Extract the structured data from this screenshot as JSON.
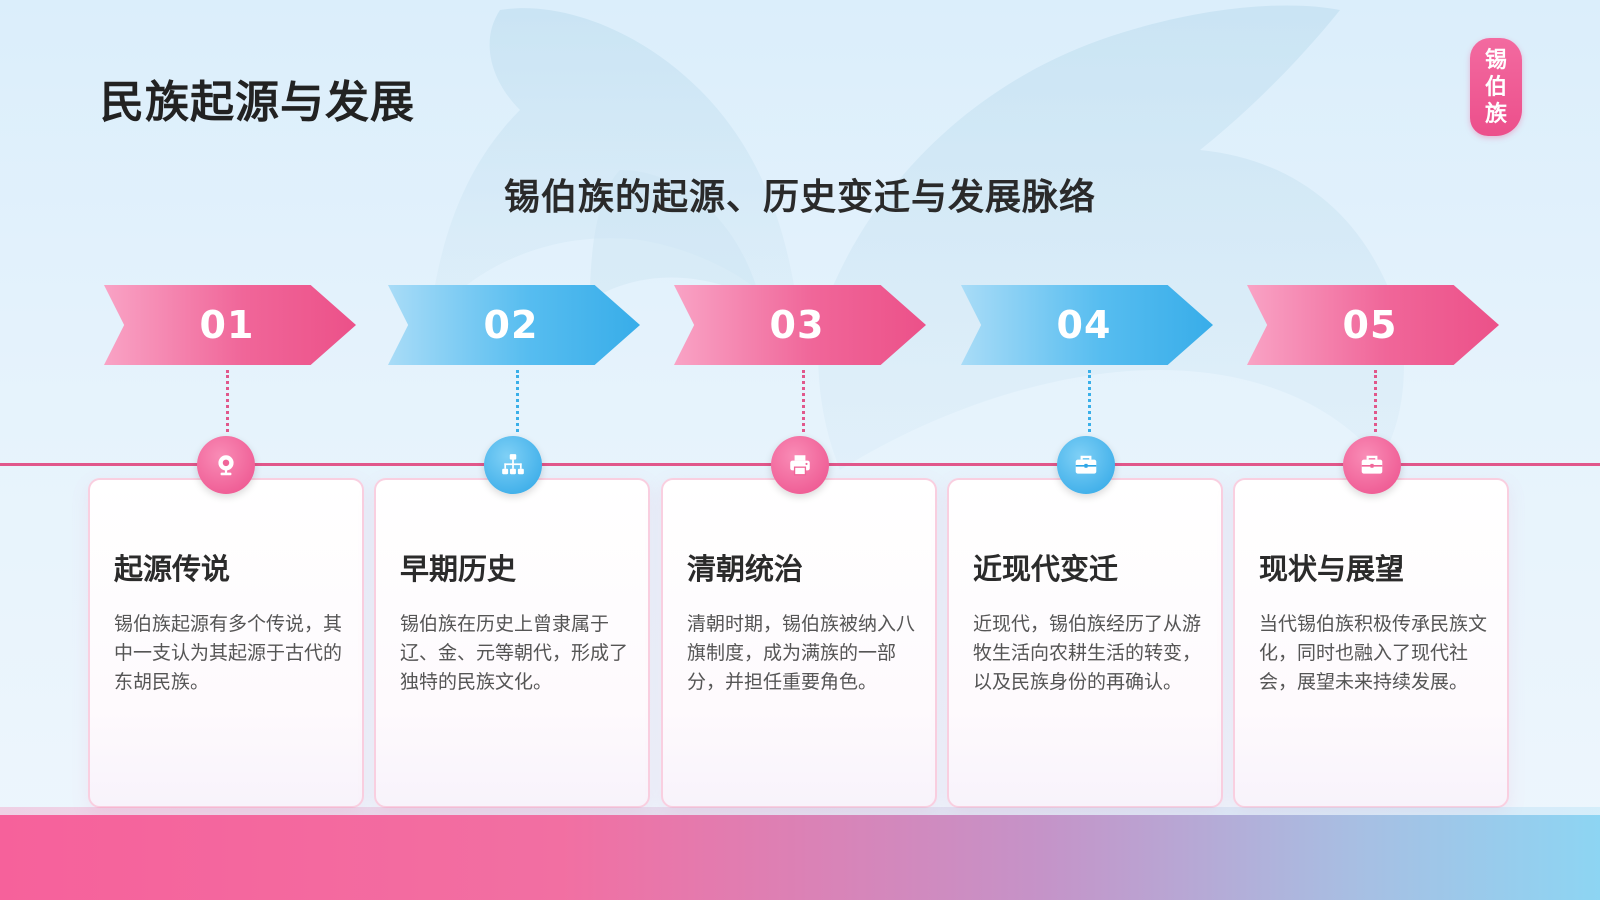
{
  "page": {
    "title": "民族起源与发展",
    "subtitle": "锡伯族的起源、历史变迁与发展脉络",
    "seal_text": [
      "锡",
      "伯",
      "族"
    ]
  },
  "colors": {
    "pink": "#ec5189",
    "blue": "#38ade9",
    "line": "#e1578b"
  },
  "steps": [
    {
      "num": "01",
      "theme": "pink",
      "icon": "webcam-icon",
      "title": "起源传说",
      "desc": "锡伯族起源有多个传说，其中一支认为其起源于古代的东胡民族。"
    },
    {
      "num": "02",
      "theme": "blue",
      "icon": "sitemap-icon",
      "title": "早期历史",
      "desc": "锡伯族在历史上曾隶属于辽、金、元等朝代，形成了独特的民族文化。"
    },
    {
      "num": "03",
      "theme": "pink",
      "icon": "printer-icon",
      "title": "清朝统治",
      "desc": "清朝时期，锡伯族被纳入八旗制度，成为满族的一部分，并担任重要角色。"
    },
    {
      "num": "04",
      "theme": "blue",
      "icon": "toolbox-icon",
      "title": "近现代变迁",
      "desc": "近现代，锡伯族经历了从游牧生活向农耕生活的转变，以及民族身份的再确认。"
    },
    {
      "num": "05",
      "theme": "pink",
      "icon": "toolbox-icon",
      "title": "现状与展望",
      "desc": "当代锡伯族积极传承民族文化，同时也融入了现代社会，展望未来持续发展。"
    }
  ]
}
